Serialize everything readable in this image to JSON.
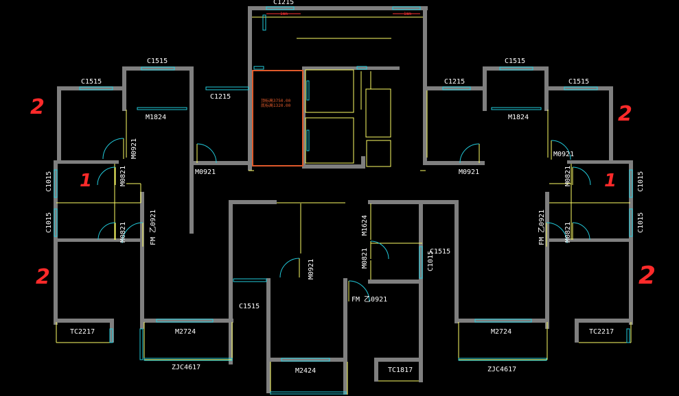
{
  "colors": {
    "background": "#000000",
    "wall": "#7f7f7f",
    "line": "#ffff66",
    "window": "#22ccdd",
    "label": "#ffffff",
    "highlight": "#e05a2b",
    "annotation": "#ff2a2a"
  },
  "plan": {
    "top_window": "C1215",
    "top_dims": [
      "1mm",
      "1mm"
    ],
    "shaft_text_1": "顶标高3750.00",
    "shaft_text_2": "底标高1320.00",
    "labels": {
      "c1515_a": "C1515",
      "c1515_b": "C1515",
      "c1215_a": "C1215",
      "m1824_a": "M1824",
      "m0921_a": "M0921",
      "m0921_b": "M0921",
      "c1215_b": "C1215",
      "c1515_c": "C1515",
      "c1515_d": "C1515",
      "m1824_b": "M1824",
      "m0921_c": "M0921",
      "m0921_d": "M0921",
      "c1015_a": "C1015",
      "c1015_b": "C1015",
      "m0821_a": "M0821",
      "m0821_b": "M0821",
      "fmj_a": "FM 乙0921",
      "c1015_c": "C1015",
      "c1015_d": "C1015",
      "m0821_c": "M0821",
      "m0821_d": "M0821",
      "fmj_b": "FM 乙0921",
      "m0921_center": "M0921",
      "m1624": "M1624",
      "m0821_center": "M0821",
      "c1015_center": "C1015",
      "c1515_center": "C1515",
      "fmj_center": "FM 乙0921",
      "c1515_mid": "C1515",
      "tc2217_a": "TC2217",
      "m2724_a": "M2724",
      "zjc4617_a": "ZJC4617",
      "m2424": "M2424",
      "tc1817": "TC1817",
      "m2724_b": "M2724",
      "zjc4617_b": "ZJC4617",
      "tc2217_b": "TC2217"
    },
    "annotations": {
      "a1": "2",
      "a2": "2",
      "a3": "1",
      "a4": "1",
      "a5": "2",
      "a6": "2"
    }
  }
}
